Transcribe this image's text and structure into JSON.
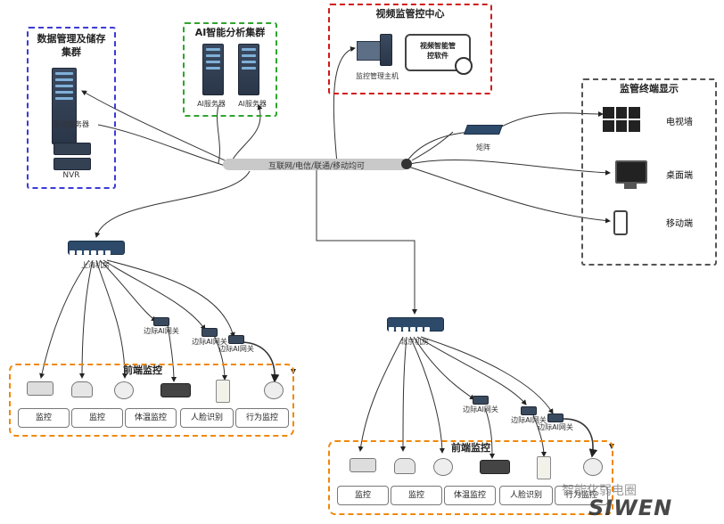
{
  "groups": {
    "storage_title_line1": "数据管理及储存",
    "storage_title_line2": "集群",
    "ai_title": "AI智能分析集群",
    "center_title": "视频监管控中心",
    "terminal_title": "监管终端显示",
    "front_sh_title": "前端监控",
    "front_bj_title": "前端监控"
  },
  "devices": {
    "monitor_server": "监控服务器",
    "nvr": "NVR",
    "ai_server_1": "AI服务器",
    "ai_server_2": "AI服务器",
    "host": "监控管理主机",
    "software_line1": "视频智能管",
    "software_line2": "控软件",
    "matrix": "矩阵",
    "tv_wall": "电视墙",
    "desktop": "桌面端",
    "mobile": "移动端",
    "network": "互联网/电信/联通/移动均可",
    "sh_room": "上海机房",
    "bj_room": "北京机房"
  },
  "gateways_sh": [
    "边际AI网关",
    "边际AI网关",
    "边际AI网关"
  ],
  "gateways_bj": [
    "边际AI网关",
    "边际AI网关",
    "边际AI网关"
  ],
  "cameras_sh": [
    "监控",
    "监控",
    "体温监控",
    "人脸识别",
    "行为监控"
  ],
  "cameras_bj": [
    "监控",
    "监控",
    "体温监控",
    "人脸识别",
    "行为监控"
  ],
  "watermark": {
    "chat": "智能化弱电圈",
    "brand": "SIWEN"
  }
}
